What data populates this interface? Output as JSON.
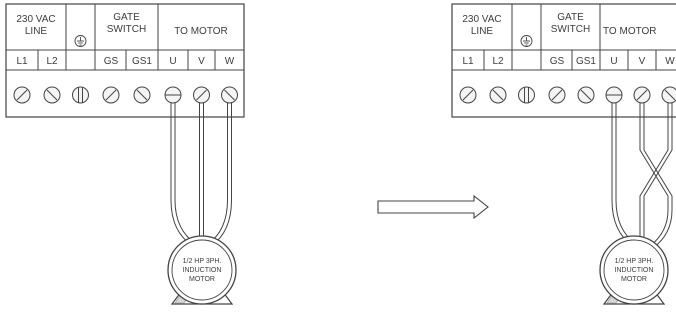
{
  "panels": [
    {
      "line_header": [
        "230 VAC",
        "LINE"
      ],
      "gate_header": [
        "GATE",
        "SWITCH"
      ],
      "motor_header": "TO MOTOR",
      "ground_symbol": "ground-icon",
      "terminals": [
        "L1",
        "L2",
        "GS",
        "GS1",
        "U",
        "V",
        "W"
      ],
      "motor_label": [
        "1/2 HP 3PH.",
        "INDUCTION",
        "MOTOR"
      ],
      "wiring": "straight"
    },
    {
      "line_header": [
        "230 VAC",
        "LINE"
      ],
      "gate_header": [
        "GATE",
        "SWITCH"
      ],
      "motor_header": "TO MOTOR",
      "ground_symbol": "ground-icon",
      "terminals": [
        "L1",
        "L2",
        "GS",
        "GS1",
        "U",
        "V",
        "W"
      ],
      "motor_label": [
        "1/2 HP 3PH.",
        "INDUCTION",
        "MOTOR"
      ],
      "wiring": "crossed"
    }
  ],
  "transition_arrow": "right-arrow-icon",
  "colors": {
    "stroke": "#444444",
    "board": "#ffffff",
    "screw_fill": "#f4f4f4"
  }
}
